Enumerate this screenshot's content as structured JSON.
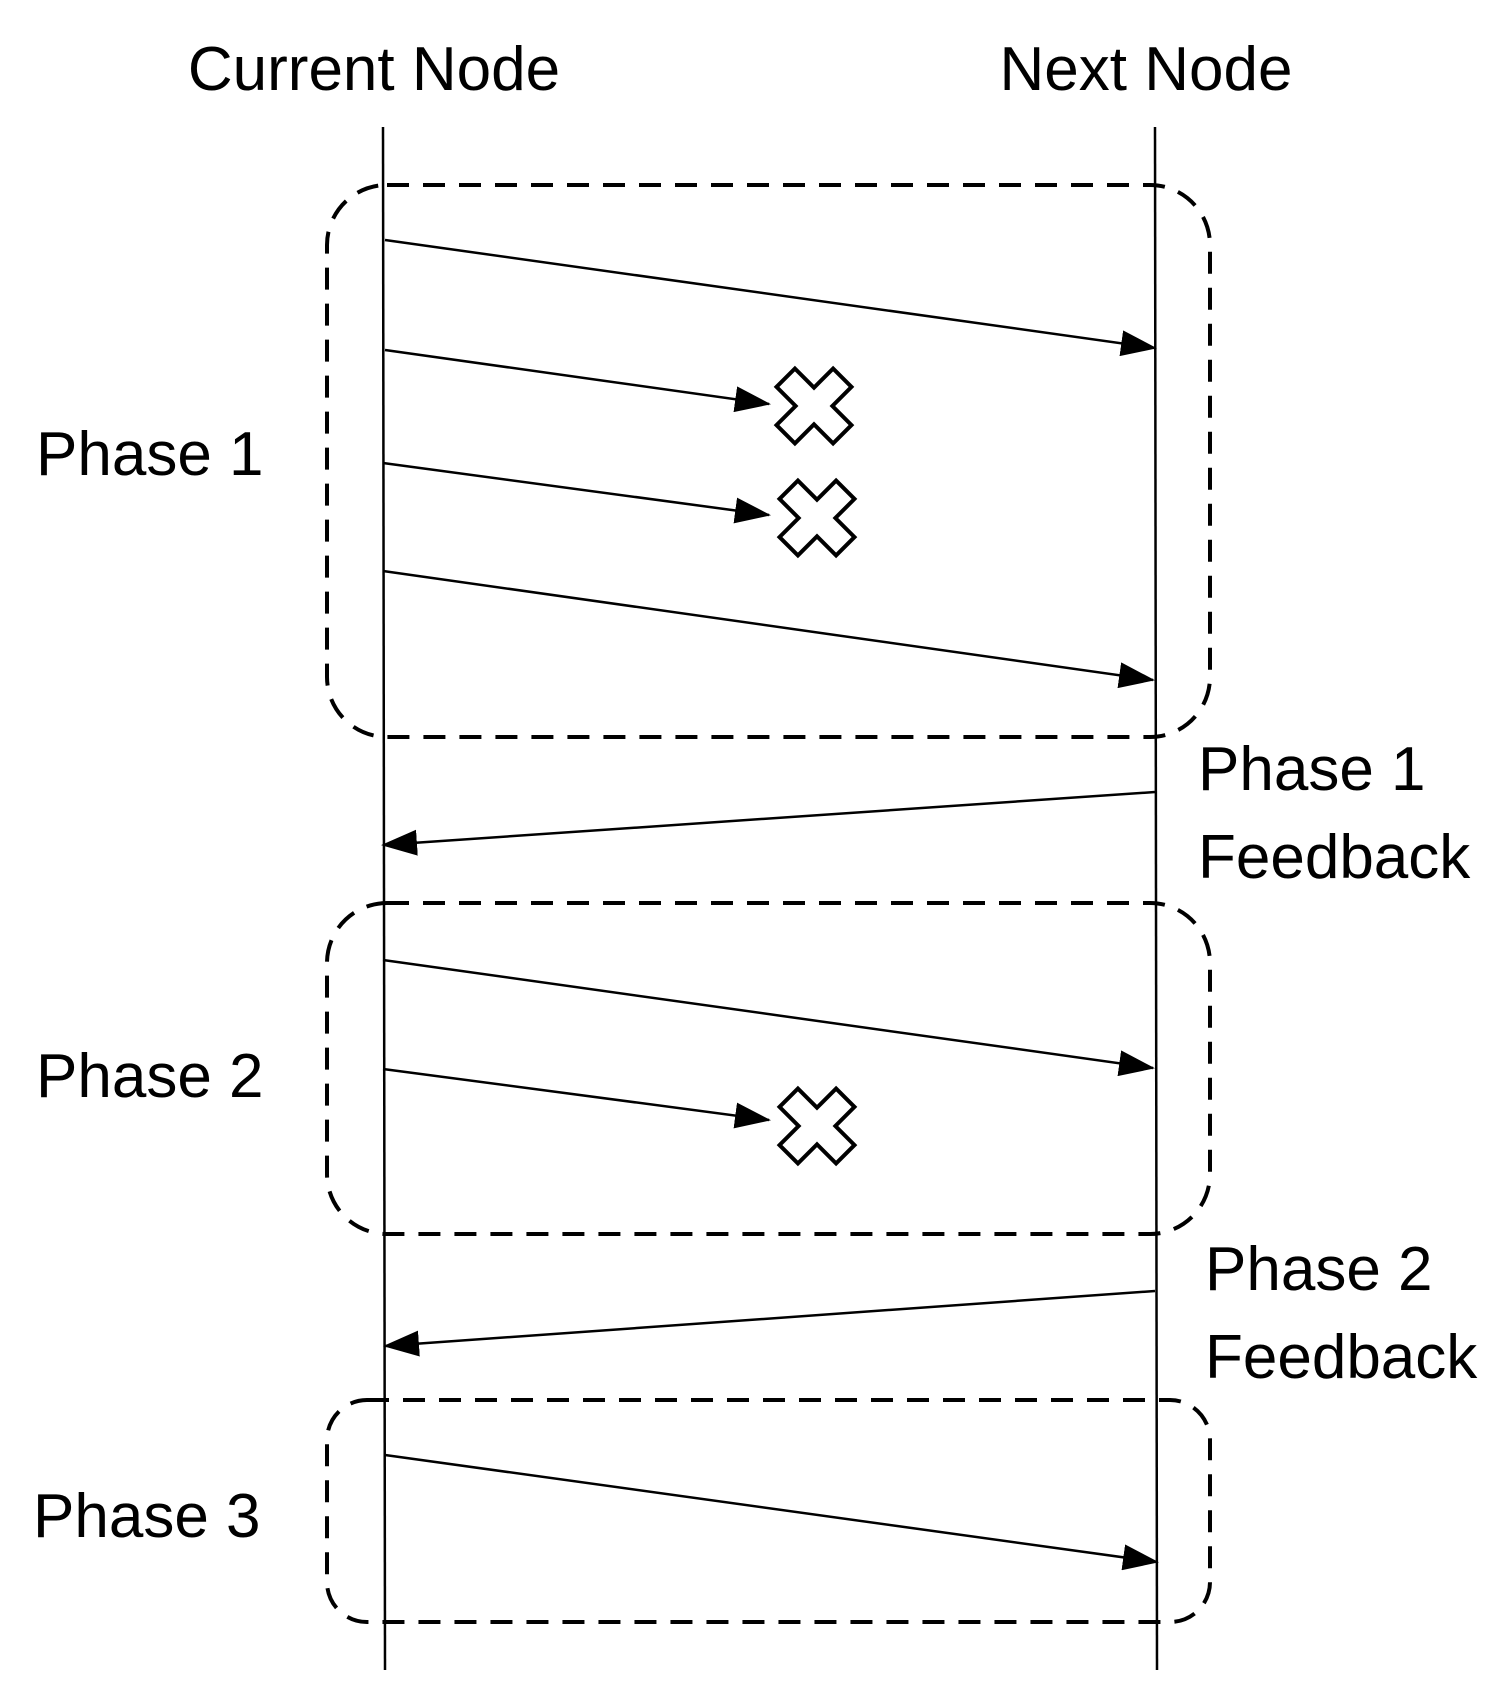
{
  "header": {
    "left": "Current Node",
    "right": "Next Node"
  },
  "phases": [
    {
      "label": "Phase 1"
    },
    {
      "label": "Phase 2"
    },
    {
      "label": "Phase 3"
    }
  ],
  "feedback": [
    {
      "line1": "Phase 1",
      "line2": "Feedback"
    },
    {
      "line1": "Phase 2",
      "line2": "Feedback"
    }
  ]
}
